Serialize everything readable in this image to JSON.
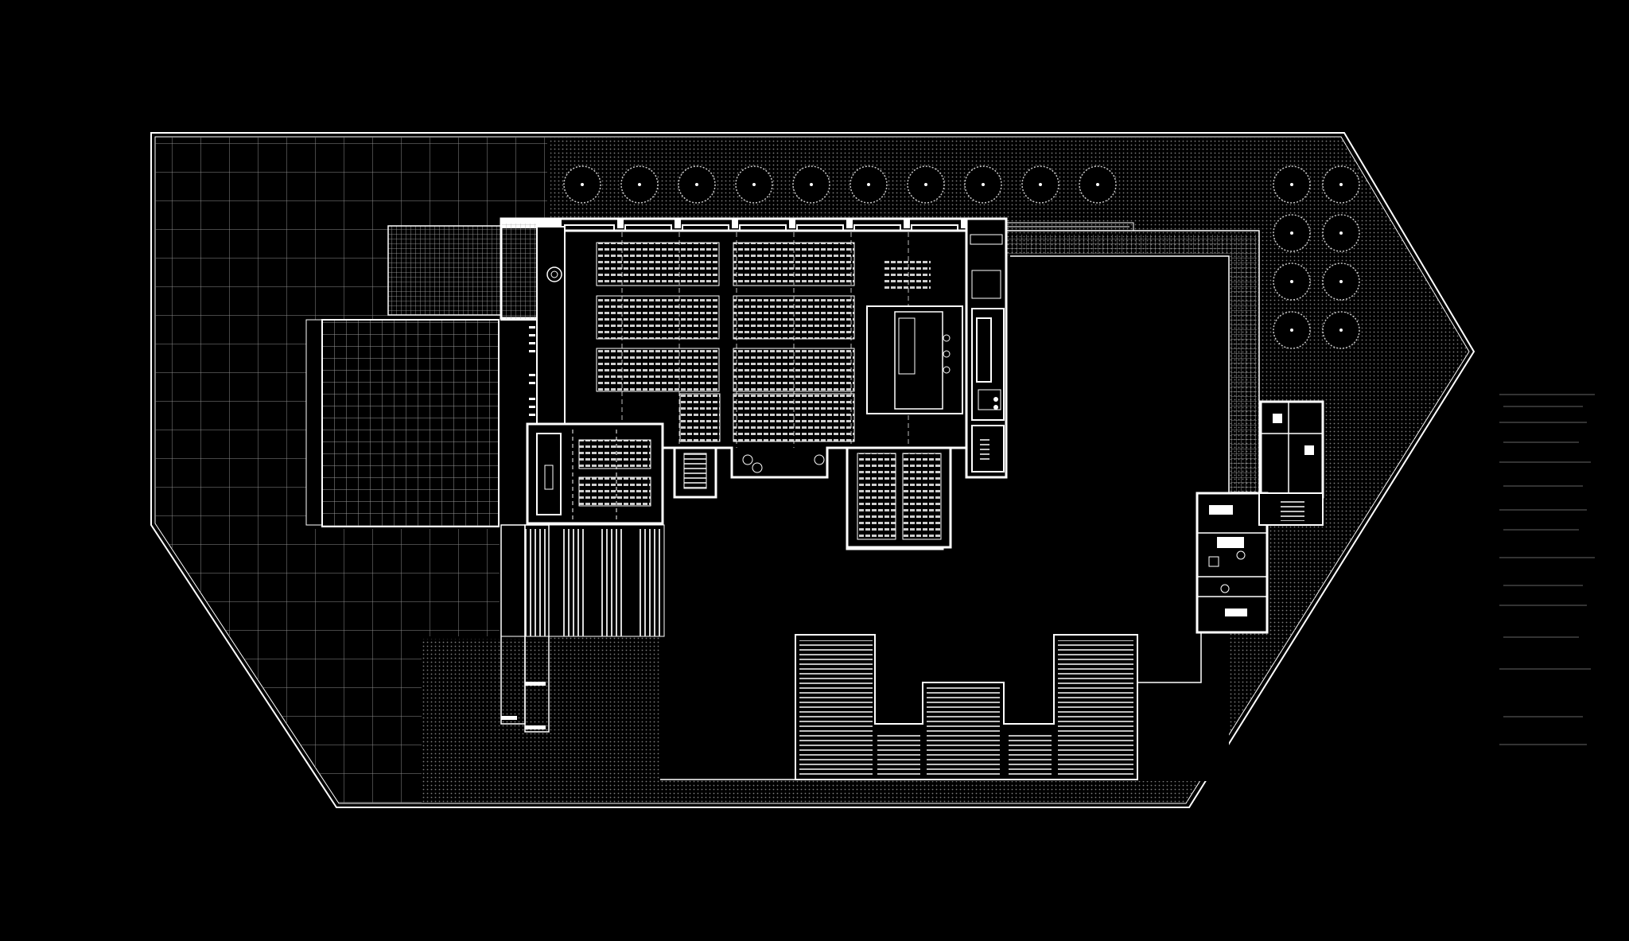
{
  "drawing": {
    "kind": "site-floor-plan",
    "background_color": "#000000",
    "line_color": "#ffffff",
    "hatch_color": "#8a8a8a",
    "grid_color": "#9a9a9a",
    "annotation_color": "#3a3a3a",
    "tree_count_top_row": 10,
    "tree_count_right_cluster": 8,
    "reading_room_bays": 7,
    "courtyard_pavilions": 3
  }
}
